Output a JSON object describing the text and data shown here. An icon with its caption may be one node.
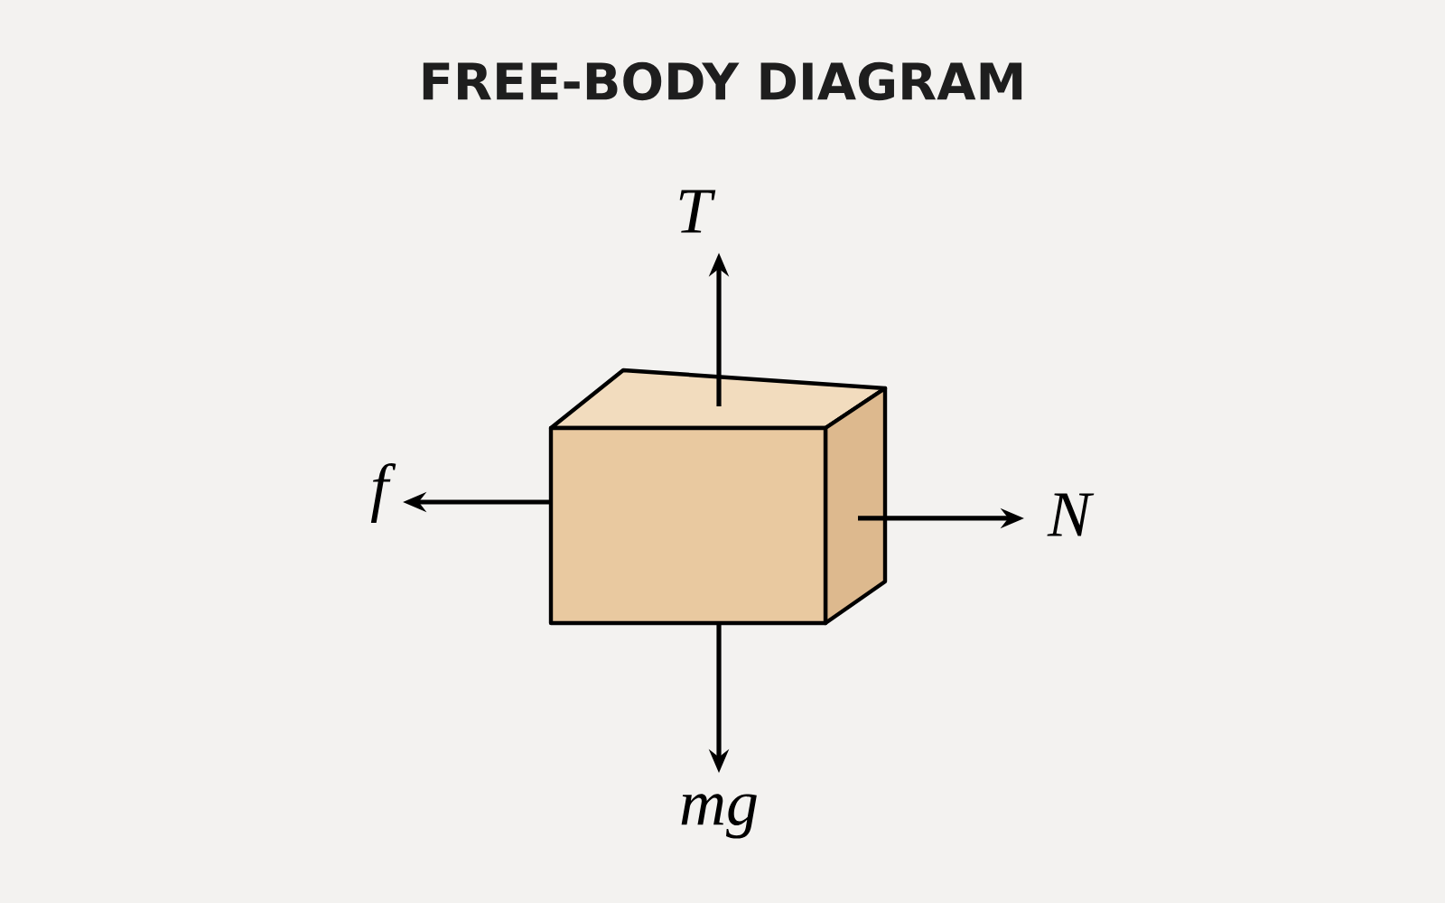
{
  "diagram": {
    "title": "FREE-BODY DIAGRAM",
    "labels": [
      "T",
      "f",
      "N",
      "mg"
    ]
  }
}
